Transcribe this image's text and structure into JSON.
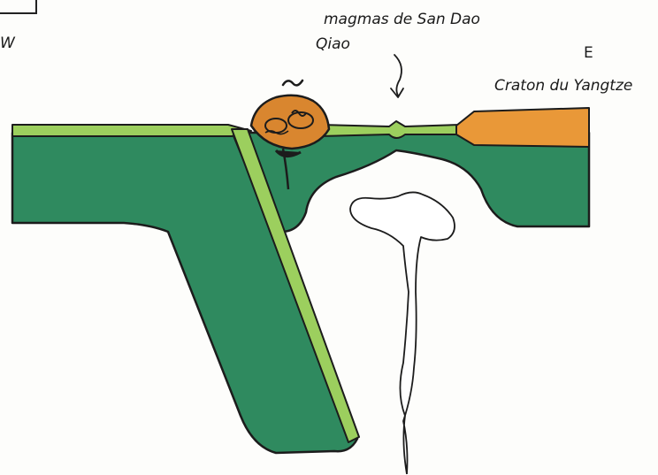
{
  "labels": {
    "west": "W",
    "east": "E",
    "magmas_line1": "magmas de San Dao",
    "magmas_line2": "Qiao",
    "craton": "Craton du Yangtze"
  },
  "colors": {
    "lithosphere_green": "#2f8a5f",
    "lithosphere_green_dark": "#26764f",
    "crust_light_green": "#9ccf5e",
    "craton_orange": "#e99838",
    "arc_orange": "#d9862f",
    "outline": "#1c1c1c",
    "plume_fill": "#ffffff"
  }
}
